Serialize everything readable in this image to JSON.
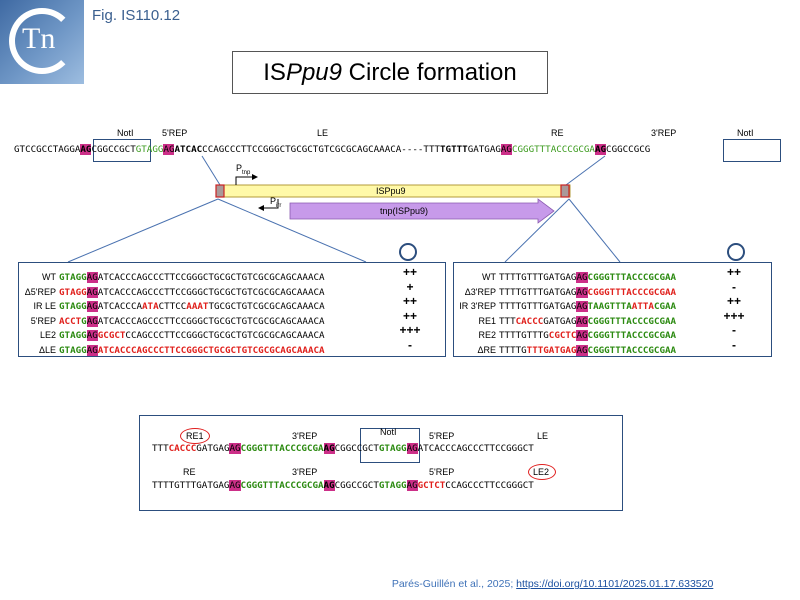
{
  "figure_label": "Fig. IS110.12",
  "logo_text": "Tn",
  "title_prefix": "IS",
  "title_italic": "Ppu9",
  "title_suffix": " Circle formation",
  "top": {
    "labels": {
      "notI_left": "NotI",
      "rep5": "5'REP",
      "le": "LE",
      "re": "RE",
      "rep3": "3'REP",
      "notI_right": "NotI"
    },
    "seq": [
      {
        "t": "GTCCGCCTAGGA",
        "c": ""
      },
      {
        "t": "AG",
        "c": "hlb"
      },
      {
        "t": "CGGCCGCT",
        "c": ""
      },
      {
        "t": "GTAGG",
        "c": "g"
      },
      {
        "t": "AG",
        "c": "hl"
      },
      {
        "t": "ATCAC",
        "c": "b"
      },
      {
        "t": "CCAGCCCTTCCGGGCTGCGCTGTCGCGCAGCAAACA----TTT",
        "c": ""
      },
      {
        "t": "TGTTT",
        "c": "b"
      },
      {
        "t": "GATGAG",
        "c": ""
      },
      {
        "t": "AG",
        "c": "hl"
      },
      {
        "t": "CGGGTTTACCCGCGA",
        "c": "g"
      },
      {
        "t": "AG",
        "c": "hlb"
      },
      {
        "t": "CGGCCGCG",
        "c": ""
      }
    ]
  },
  "element": {
    "is_label": "ISPpu9",
    "tnp_label": "tnp(ISPpu9)",
    "ptnp": "P",
    "ptnp_sub": "tnp",
    "pir": "P",
    "pir_sub": "irr"
  },
  "left_panel": {
    "rows": [
      {
        "label": "WT",
        "mark": "++",
        "seq": [
          {
            "t": "GTAGG",
            "c": "gb"
          },
          {
            "t": "AG",
            "c": "hl"
          },
          {
            "t": "ATCACCCAGCCCTTCCGGGCTGCGCTGTCGCGCAGCAAACA",
            "c": ""
          }
        ]
      },
      {
        "label": "Δ5'REP",
        "mark": "+",
        "seq": [
          {
            "t": "GTAGG",
            "c": "rb"
          },
          {
            "t": "AG",
            "c": "hl"
          },
          {
            "t": "ATCACCCAGCCCTTCCGGGCTGCGCTGTCGCGCAGCAAACA",
            "c": ""
          }
        ]
      },
      {
        "label": "IR LE",
        "mark": "++",
        "seq": [
          {
            "t": "GTAGG",
            "c": "gb"
          },
          {
            "t": "AG",
            "c": "hl"
          },
          {
            "t": "ATCACCCA",
            "c": ""
          },
          {
            "t": "ATA",
            "c": "rb"
          },
          {
            "t": "CTTCC",
            "c": ""
          },
          {
            "t": "AAAT",
            "c": "rb"
          },
          {
            "t": "TGCGCTGTCGCGCAGCAAACA",
            "c": ""
          }
        ]
      },
      {
        "label": "5'REP",
        "mark": "++",
        "seq": [
          {
            "t": "ACCT",
            "c": "rb"
          },
          {
            "t": "G",
            "c": "gb"
          },
          {
            "t": "AG",
            "c": "hl"
          },
          {
            "t": "ATCACCCAGCCCTTCCGGGCTGCGCTGTCGCGCAGCAAACA",
            "c": ""
          }
        ]
      },
      {
        "label": "LE2",
        "mark": "+++",
        "seq": [
          {
            "t": "GTAGG",
            "c": "gb"
          },
          {
            "t": "AG",
            "c": "hl"
          },
          {
            "t": "GCGCT",
            "c": "rb"
          },
          {
            "t": "CCAGCCCTTCCGGGCTGCGCTGTCGCGCAGCAAACA",
            "c": ""
          }
        ]
      },
      {
        "label": "ΔLE",
        "mark": "-",
        "seq": [
          {
            "t": "GTAGG",
            "c": "gb"
          },
          {
            "t": "AG",
            "c": "hl"
          },
          {
            "t": "ATCACCCAGCCCTTCCGGGCTGCGCTGTCGCGCAGCAAACA",
            "c": "rb"
          }
        ]
      }
    ]
  },
  "right_panel": {
    "rows": [
      {
        "label": "WT",
        "mark": "++",
        "seq": [
          {
            "t": "TTTTGTTTGATGAG",
            "c": ""
          },
          {
            "t": "AG",
            "c": "hl"
          },
          {
            "t": "CGGGTTTACCCGCGAA",
            "c": "gb"
          }
        ]
      },
      {
        "label": "Δ3'REP",
        "mark": "-",
        "seq": [
          {
            "t": "TTTTGTTTGATGAG",
            "c": ""
          },
          {
            "t": "AG",
            "c": "hl"
          },
          {
            "t": "CGGGTTTACCCGCGAA",
            "c": "rb"
          }
        ]
      },
      {
        "label": "IR 3'REP",
        "mark": "++",
        "seq": [
          {
            "t": "TTTTGTTTGATGAG",
            "c": ""
          },
          {
            "t": "AG",
            "c": "hl"
          },
          {
            "t": "TAAGTTTA",
            "c": "gb"
          },
          {
            "t": "ATTA",
            "c": "rb"
          },
          {
            "t": "CGAA",
            "c": "gb"
          }
        ]
      },
      {
        "label": "RE1",
        "mark": "+++",
        "seq": [
          {
            "t": "TTT",
            "c": ""
          },
          {
            "t": "CACCC",
            "c": "rb"
          },
          {
            "t": "GATGAG",
            "c": ""
          },
          {
            "t": "AG",
            "c": "hl"
          },
          {
            "t": "CGGGTTTACCCGCGAA",
            "c": "gb"
          }
        ]
      },
      {
        "label": "RE2",
        "mark": "-",
        "seq": [
          {
            "t": "TTTTGTTTG",
            "c": ""
          },
          {
            "t": "CGCTC",
            "c": "rb"
          },
          {
            "t": "AG",
            "c": "hl"
          },
          {
            "t": "CGGGTTTACCCGCGAA",
            "c": "gb"
          }
        ]
      },
      {
        "label": "ΔRE",
        "mark": "-",
        "seq": [
          {
            "t": "TTTTG",
            "c": ""
          },
          {
            "t": "TTTGATGAG",
            "c": "rb"
          },
          {
            "t": "AG",
            "c": "hl"
          },
          {
            "t": "CGGGTTTACCCGCGAA",
            "c": "gb"
          }
        ]
      }
    ]
  },
  "bottom_panel": {
    "row1_labels": {
      "re1": "RE1",
      "rep3": "3'REP",
      "notI": "NotI",
      "rep5": "5'REP",
      "le": "LE"
    },
    "row1_seq": [
      {
        "t": "TTT",
        "c": ""
      },
      {
        "t": "CACCC",
        "c": "rb"
      },
      {
        "t": "GATGAG",
        "c": ""
      },
      {
        "t": "AG",
        "c": "hl"
      },
      {
        "t": "CGGGTTTACCCGCGA",
        "c": "gb"
      },
      {
        "t": "AG",
        "c": "hlb"
      },
      {
        "t": "CGGCCGCT",
        "c": ""
      },
      {
        "t": "GTAGG",
        "c": "gb"
      },
      {
        "t": "AG",
        "c": "hl"
      },
      {
        "t": "ATCACCCAGCCCTTCCGGGCT",
        "c": ""
      }
    ],
    "row2_labels": {
      "re": "RE",
      "rep3": "3'REP",
      "rep5": "5'REP",
      "le2": "LE2"
    },
    "row2_seq": [
      {
        "t": "TTTTGTTTGATGAG",
        "c": ""
      },
      {
        "t": "AG",
        "c": "hl"
      },
      {
        "t": "CGGGTTTACCCGCGA",
        "c": "gb"
      },
      {
        "t": "AG",
        "c": "hlb"
      },
      {
        "t": "CGGCCGCT",
        "c": ""
      },
      {
        "t": "GTAGG",
        "c": "gb"
      },
      {
        "t": "AG",
        "c": "hl"
      },
      {
        "t": "GCTCT",
        "c": "rb"
      },
      {
        "t": "CCAGCCCTTCCGGGCT",
        "c": ""
      }
    ]
  },
  "citation": {
    "text": "Parés-Guillén et al., 2025; ",
    "link": "https://doi.org/10.1101/2025.01.17.633520"
  }
}
